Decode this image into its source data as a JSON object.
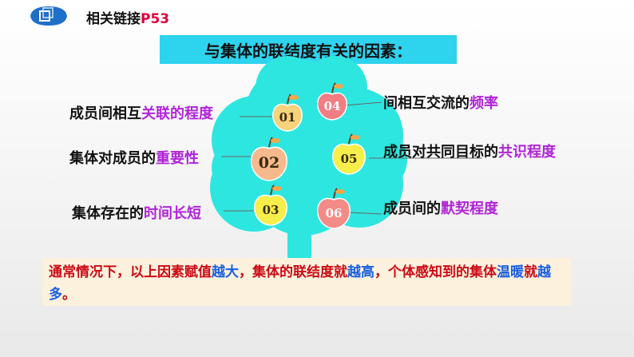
{
  "header": {
    "link_prefix": "相关链接",
    "link_page": "P53"
  },
  "banner": {
    "title": "与集体的联结度有关的因素："
  },
  "apples": [
    {
      "label": "01",
      "color": "#f6d27a"
    },
    {
      "label": "02",
      "color": "#f6b98b"
    },
    {
      "label": "03",
      "color": "#f8ee4a"
    },
    {
      "label": "04",
      "color": "#f27d83"
    },
    {
      "label": "05",
      "color": "#f8ee4a"
    },
    {
      "label": "06",
      "color": "#f48b86"
    }
  ],
  "factors": {
    "f1": {
      "plain": "成员间相互",
      "highlight": "关联的程度"
    },
    "f2": {
      "plain": "集体对成员的",
      "highlight": "重要性"
    },
    "f3": {
      "plain": "集体存在的",
      "highlight": "时间长短"
    },
    "f4": {
      "plain": "间相互交流的",
      "highlight": "频率"
    },
    "f5": {
      "plain": "成员对共同目标的",
      "highlight": "共识程度"
    },
    "f6": {
      "plain": "成员间的",
      "highlight": "默契程度"
    }
  },
  "summary": {
    "p1": "通常情况下，以上因素赋值",
    "p2": "越大",
    "p3": "，集体的联结度就",
    "p4": "越高",
    "p5": "，个体感知到的集体",
    "p6": "温暖",
    "p7": "就",
    "p8": "越多",
    "p9": "。"
  },
  "colors": {
    "tree": "#2ee6e0",
    "banner": "#2ed3ee",
    "highlight": "#b024d8",
    "summary_text": "#cc0a14",
    "summary_blue": "#1a5fe0"
  }
}
